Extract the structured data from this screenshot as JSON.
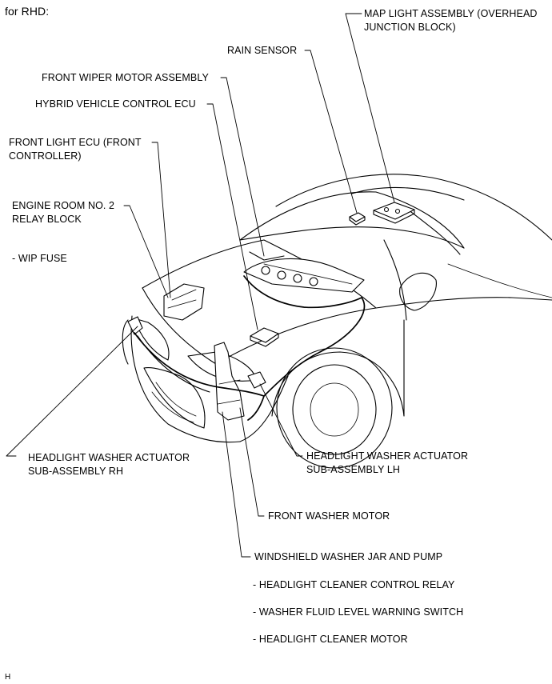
{
  "diagram": {
    "variant": "for RHD:",
    "labels": {
      "map_light_l1": "MAP LIGHT ASSEMBLY (OVERHEAD",
      "map_light_l2": "JUNCTION BLOCK)",
      "rain_sensor": "RAIN SENSOR",
      "front_wiper": "FRONT WIPER MOTOR ASSEMBLY",
      "hybrid_ecu": "HYBRID VEHICLE CONTROL ECU",
      "front_light_l1": "FRONT LIGHT ECU (FRONT",
      "front_light_l2": "CONTROLLER)",
      "engine_room_l1": "ENGINE ROOM NO. 2",
      "engine_room_l2": "RELAY BLOCK",
      "wip_fuse": "- WIP FUSE",
      "hl_washer_rh_l1": "HEADLIGHT WASHER ACTUATOR",
      "hl_washer_rh_l2": "SUB-ASSEMBLY RH",
      "hl_washer_lh_l1": "HEADLIGHT WASHER ACTUATOR",
      "hl_washer_lh_l2": "SUB-ASSEMBLY LH",
      "front_washer_motor": "FRONT WASHER MOTOR",
      "windshield_jar": "WINDSHIELD WASHER JAR AND PUMP",
      "sub_relay": "- HEADLIGHT CLEANER CONTROL RELAY",
      "sub_level_switch": "- WASHER FLUID LEVEL WARNING SWITCH",
      "sub_motor": "- HEADLIGHT CLEANER MOTOR"
    },
    "footer_code": "H"
  }
}
